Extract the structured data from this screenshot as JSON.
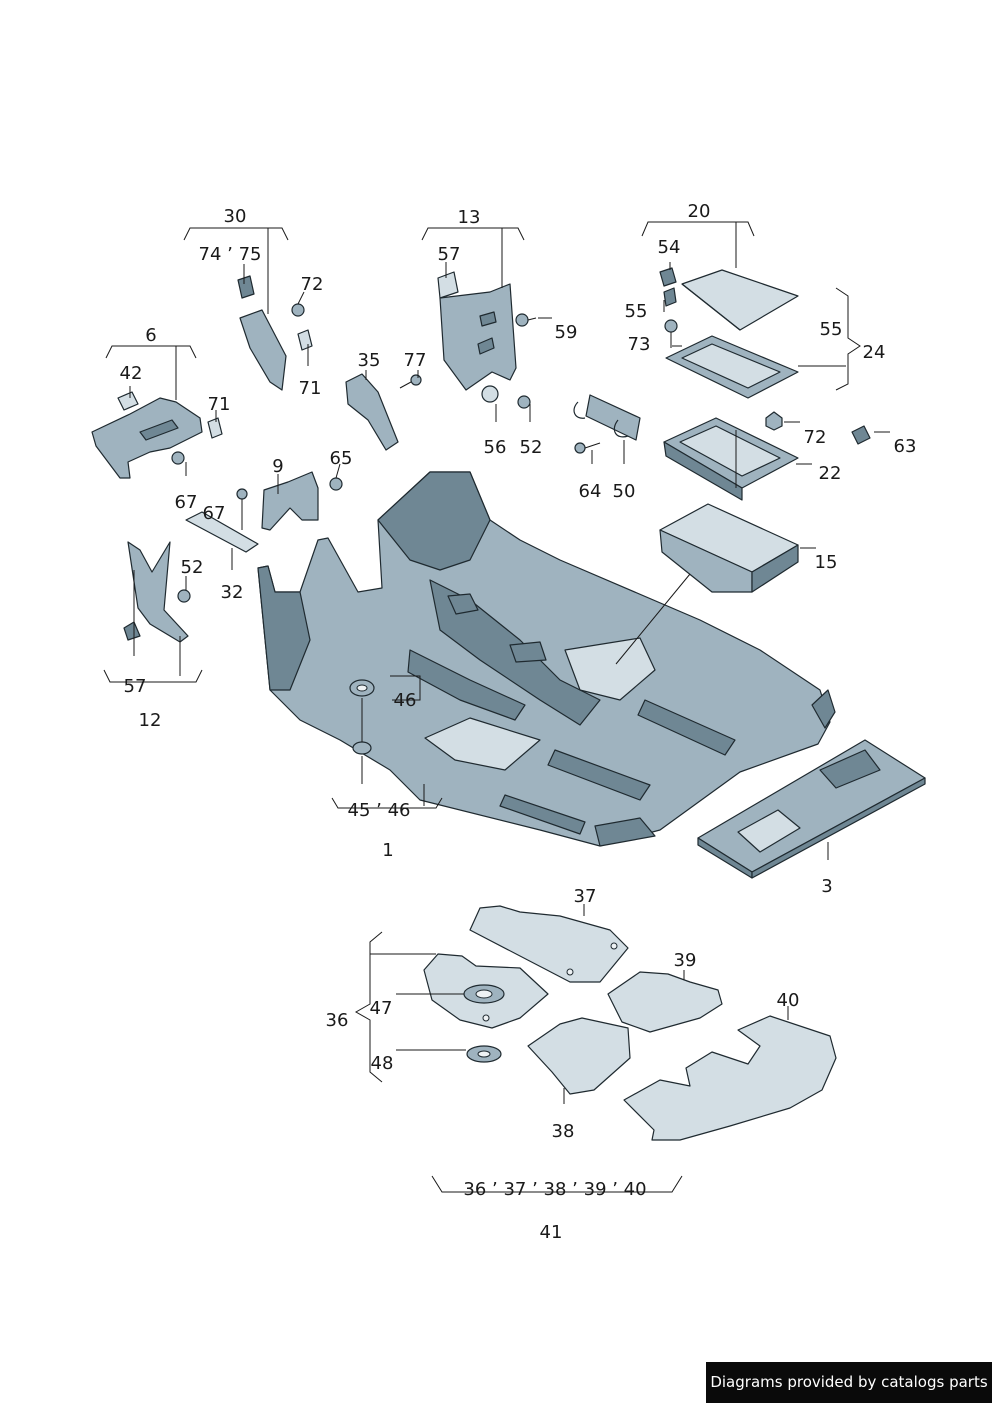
{
  "colors": {
    "part_fill": "#9fb3bf",
    "part_dark": "#6f8794",
    "part_light": "#d3dee4",
    "outline": "#1f2a30",
    "footer_bg": "#0a0a0a"
  },
  "callouts": {
    "c30": "30",
    "c74_75": "74 ’ 75",
    "c72a": "72",
    "c71": "71",
    "c6": "6",
    "c42": "42",
    "c71b": "71",
    "c67a": "67",
    "c13": "13",
    "c57a": "57",
    "c59": "59",
    "c35": "35",
    "c77": "77",
    "c56": "56",
    "c52a": "52",
    "c20": "20",
    "c54": "54",
    "c55a": "55",
    "c73": "73",
    "c55b": "55",
    "c24": "24",
    "c72b": "72",
    "c63": "63",
    "c22": "22",
    "c64": "64",
    "c50": "50",
    "c15": "15",
    "c9": "9",
    "c65": "65",
    "c67b": "67",
    "c32": "32",
    "c52b": "52",
    "c57b": "57",
    "c12": "12",
    "c46": "46",
    "c45_46": "45 ’ 46",
    "c1": "1",
    "c3": "3",
    "c37": "37",
    "c39": "39",
    "c40": "40",
    "c36": "36",
    "c47": "47",
    "c48": "48",
    "c38": "38",
    "c_set": "36 ’ 37 ’ 38 ’ 39 ’ 40",
    "c41": "41"
  },
  "footer": {
    "text": "Diagrams provided by catalogs parts"
  }
}
